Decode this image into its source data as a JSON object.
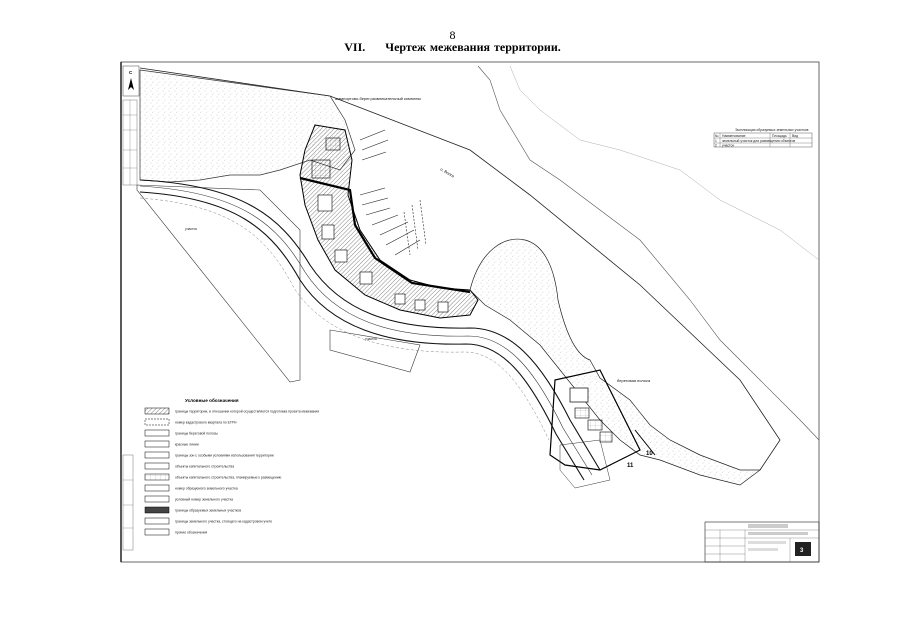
{
  "page": {
    "number": "8",
    "section_numeral": "VII.",
    "title": "Чертеж межевания территории."
  },
  "map": {
    "north_letter": "С",
    "labels": {
      "harbor_complex": "аквапортово-берег.развлекательный комплекс",
      "bay": "о. Волга",
      "shore_zone": "береговая полоса",
      "land_left": "участок",
      "land_right": "участок",
      "lot_numbers": [
        "10",
        "11"
      ]
    }
  },
  "legend": {
    "title": "Условные обозначения",
    "items": [
      "границы территории, в отношении которой осуществляется подготовка проекта межевания",
      "номер кадастрового квартала по ЕГРН",
      "границы береговой полосы",
      "красные линии",
      "границы зон с особыми условиями использования территории",
      "объекты капитального строительства",
      "объекты капитального строительства, планируемые к размещению",
      "номер образуемого земельного участка",
      "условный номер земельного участка",
      "границы образуемых земельных участков",
      "границы земельного участка, стоящего на кадастровом учете",
      "прочие обозначения"
    ]
  },
  "lot_table": {
    "title": "Экспликация образуемых земельных участков",
    "headers": [
      "№",
      "Наименование",
      "Площадь",
      "Вид"
    ],
    "rows": [
      [
        "1",
        "земельный участок для размещения объектов",
        "",
        ""
      ],
      [
        "2",
        "участок",
        "",
        ""
      ]
    ]
  },
  "title_block": {
    "stamp_code": "3"
  }
}
